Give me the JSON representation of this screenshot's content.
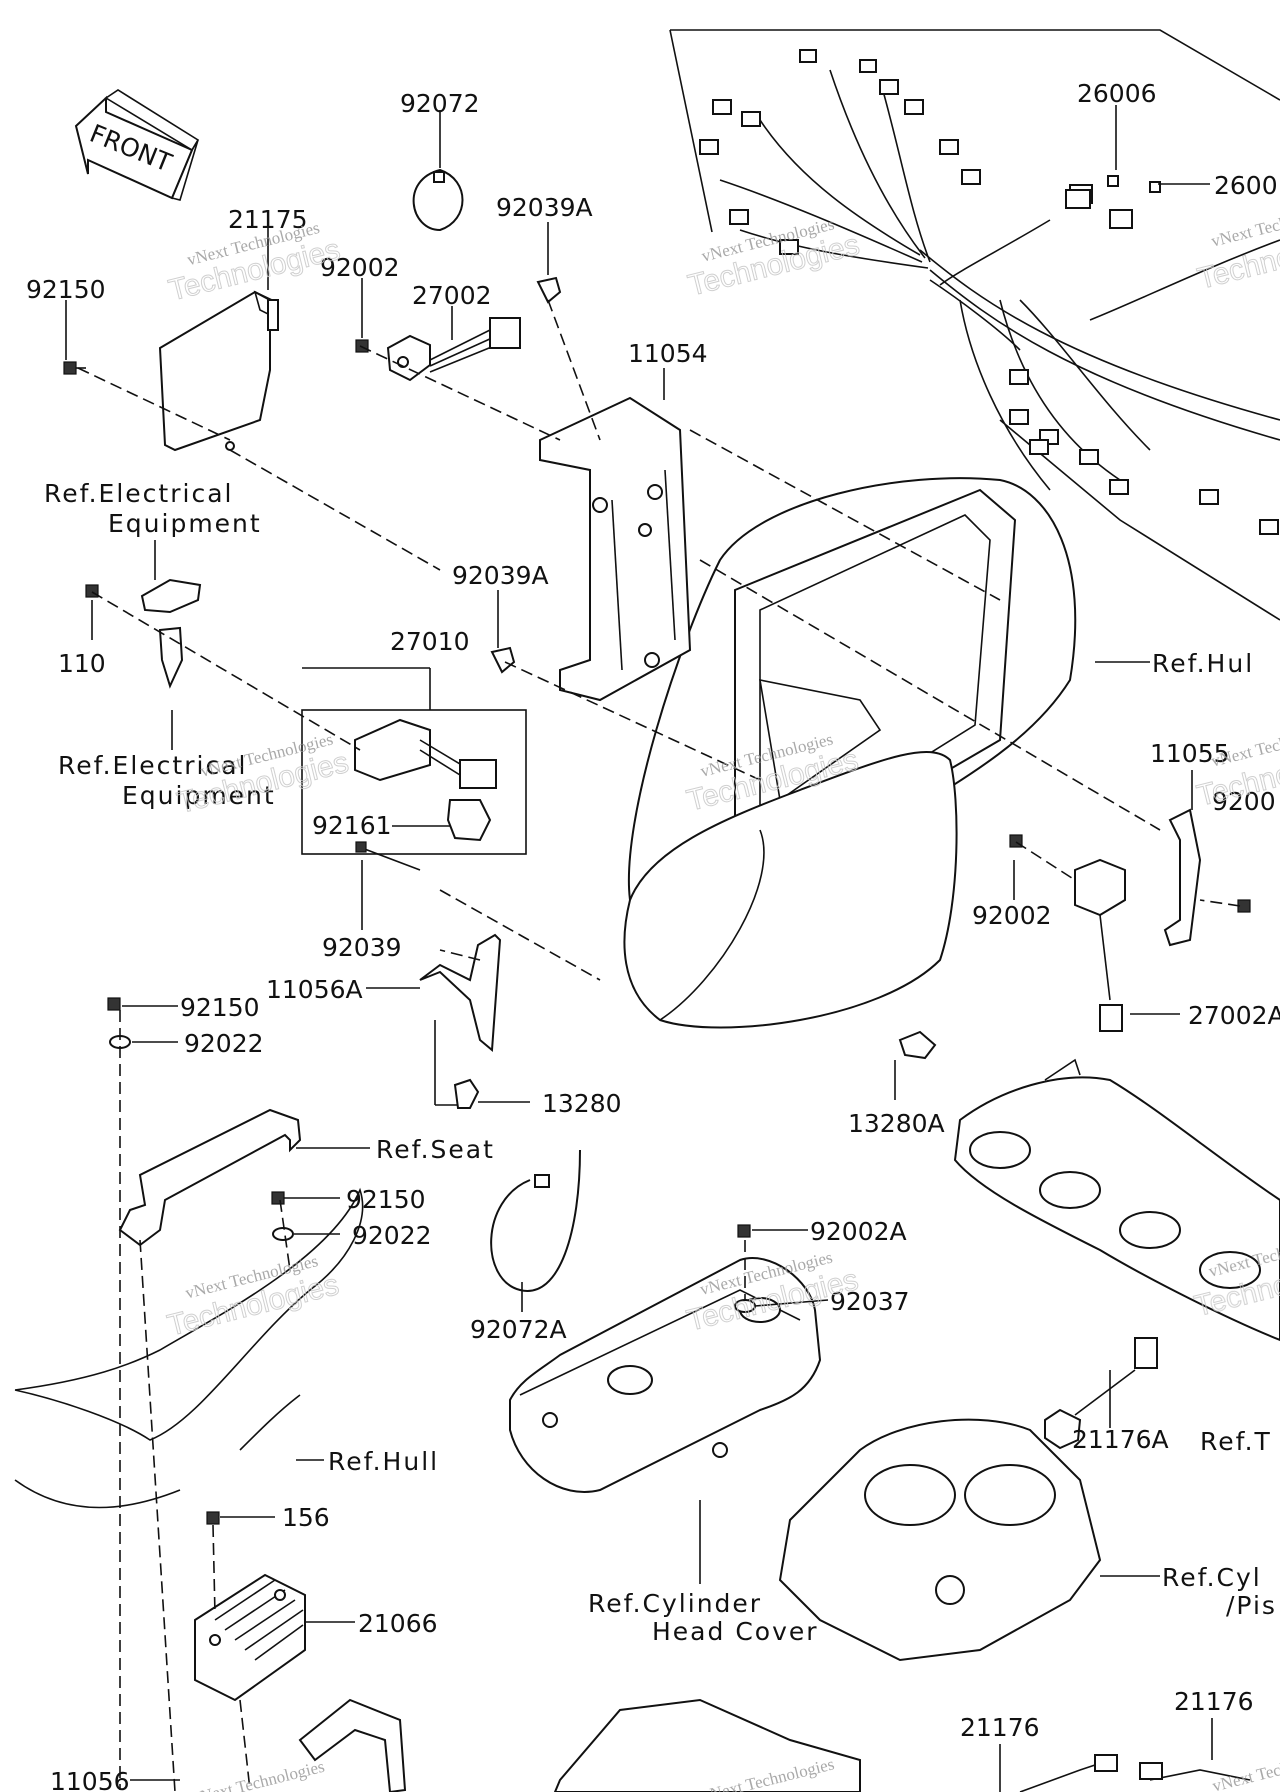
{
  "front_arrow": {
    "text": "FRONT"
  },
  "watermark": {
    "line1": "vNext Technologies",
    "line2": "Technologies"
  },
  "labels": {
    "p92072": "92072",
    "p21175": "21175",
    "p92039A_top": "92039A",
    "p92150_top": "92150",
    "p92002_top": "92002",
    "p27002": "27002",
    "p26006": "26006",
    "p26006_b": "2600",
    "p11054": "11054",
    "ref_electrical_1a": "Ref.Electrical",
    "ref_electrical_1b": "Equipment",
    "p92039A_mid": "92039A",
    "p110": "110",
    "p27010": "27010",
    "ref_hull_1": "Ref.Hul",
    "p11055": "11055",
    "p9200_r": "9200",
    "ref_electrical_2a": "Ref.Electrical",
    "ref_electrical_2b": "Equipment",
    "p92161": "92161",
    "p92002_r": "92002",
    "p92039": "92039",
    "p11056A": "11056A",
    "p27002A": "27002A",
    "p92150_mid": "92150",
    "p92022_mid": "92022",
    "p13280": "13280",
    "p13280A": "13280A",
    "ref_seat": "Ref.Seat",
    "p92150_low": "92150",
    "p92022_low": "92022",
    "p92002A": "92002A",
    "p92037": "92037",
    "p92072A": "92072A",
    "p21176A": "21176A",
    "ref_t": "Ref.T",
    "ref_hull_2": "Ref.Hull",
    "p156": "156",
    "ref_cyl_head_a": "Ref.Cylinder",
    "ref_cyl_head_b": "Head Cover",
    "ref_cyl_a": "Ref.Cyl",
    "ref_cyl_b": "/Pis",
    "p21066": "21066",
    "p21176_a": "21176",
    "p21176_b": "21176",
    "p11056": "11056"
  }
}
